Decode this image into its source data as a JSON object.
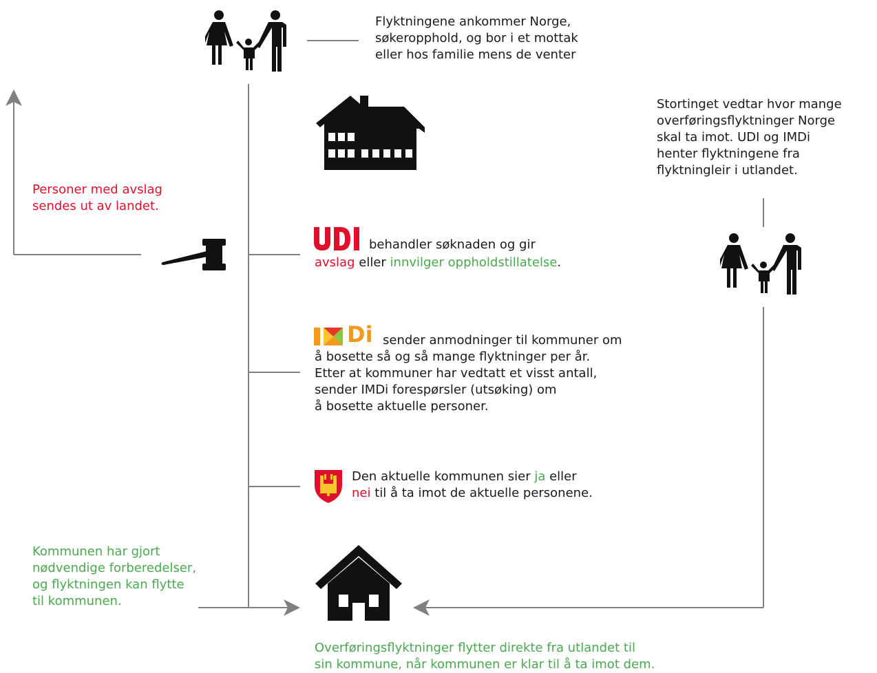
{
  "colors": {
    "red": "#e0102c",
    "green": "#4aa84f",
    "line": "#808080",
    "icon": "#111111",
    "imdi_orange": "#f39a1e",
    "imdi_red": "#e8362a",
    "imdi_green": "#8cc63f",
    "imdi_yellow": "#fbc52c"
  },
  "icons": {
    "family_top": "family-icon",
    "reception_building": "reception-center-icon",
    "gavel": "gavel-icon",
    "family_right": "family-icon",
    "municipality_coat": "municipality-coat-of-arms-icon",
    "home": "house-icon"
  },
  "arrival": {
    "lines": [
      "Flyktningene ankommer Norge,",
      "søkeropphold, og bor i et mottak",
      "eller hos familie mens de venter"
    ]
  },
  "storting": {
    "lines": [
      "Stortinget vedtar hvor mange",
      "overføringsflyktninger Norge",
      "skal ta imot. UDI og IMDi",
      "henter flyktningene fra",
      "flyktningleir i utlandet."
    ]
  },
  "rejection": {
    "lines": [
      "Personer med avslag",
      "sendes ut av landet."
    ]
  },
  "udi": {
    "logo": "UDI",
    "line1": "behandler søknaden og gir",
    "avslag": "avslag",
    "eller": " eller ",
    "innvilger": "innvilger oppholdstillatelse",
    "period": "."
  },
  "imdi": {
    "logo_letters": "Di",
    "line1": "sender anmodninger til kommuner om",
    "lines": [
      "å bosette så og så mange flyktninger per år.",
      "Etter at kommuner har vedtatt et visst antall,",
      "sender IMDi forespørsler (utsøking) om",
      "å bosette aktuelle personer."
    ]
  },
  "kommune": {
    "pre": "Den aktuelle kommunen sier ",
    "ja": "ja",
    "post1": " eller",
    "nei": "nei",
    "post2": " til å ta imot de aktuelle personene."
  },
  "prepared": {
    "lines": [
      "Kommunen har gjort",
      "nødvendige forberedelser,",
      "og flyktningen kan flytte",
      "til kommunen."
    ]
  },
  "resettlement": {
    "lines": [
      "Overføringsflyktninger flytter direkte fra utlandet til",
      "sin kommune, når kommunen er klar til å ta imot dem."
    ]
  }
}
